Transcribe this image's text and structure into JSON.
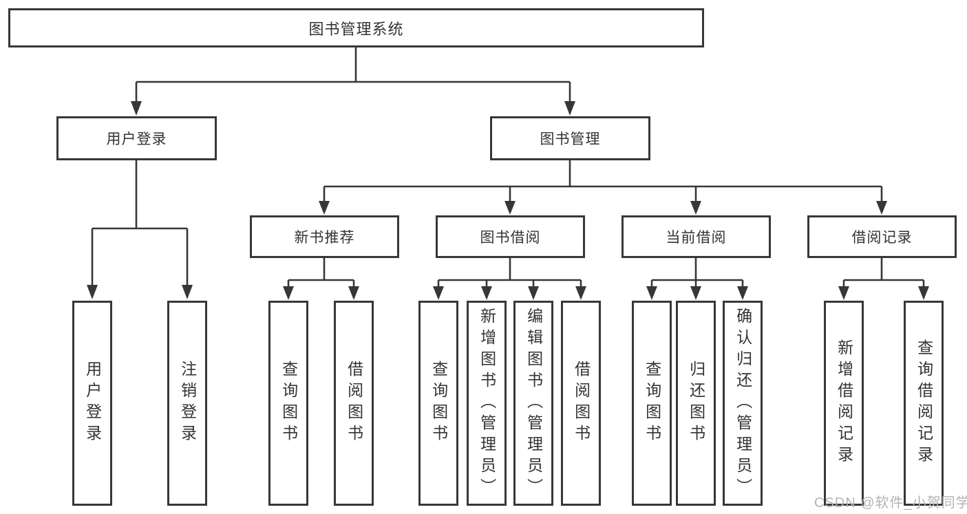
{
  "title": "图书管理系统",
  "watermark": "CSDN @软件_小贺同学",
  "colors": {
    "line": "#373737",
    "text": "#333333",
    "background": "#ffffff",
    "watermark": "#b3b3b3"
  },
  "tree": {
    "root": {
      "label": "图书管理系统"
    },
    "children": [
      {
        "label": "用户登录",
        "children": [
          {
            "label": "用户登录"
          },
          {
            "label": "注销登录"
          }
        ]
      },
      {
        "label": "图书管理",
        "children": [
          {
            "label": "新书推荐",
            "children": [
              {
                "label": "查询图书"
              },
              {
                "label": "借阅图书"
              }
            ]
          },
          {
            "label": "图书借阅",
            "children": [
              {
                "label": "查询图书"
              },
              {
                "label": "新增图书（管理员）"
              },
              {
                "label": "编辑图书（管理员）"
              },
              {
                "label": "借阅图书"
              }
            ]
          },
          {
            "label": "当前借阅",
            "children": [
              {
                "label": "查询图书"
              },
              {
                "label": "归还图书"
              },
              {
                "label": "确认归还（管理员）"
              }
            ]
          },
          {
            "label": "借阅记录",
            "children": [
              {
                "label": "新增借阅记录"
              },
              {
                "label": "查询借阅记录"
              }
            ]
          }
        ]
      }
    ]
  }
}
